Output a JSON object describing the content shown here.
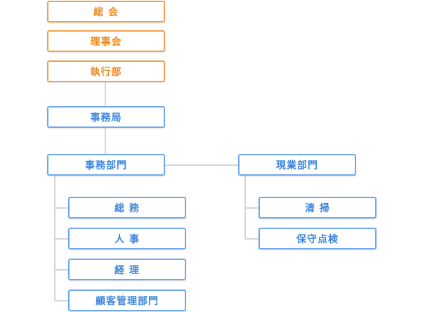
{
  "colors": {
    "executive": "#f08a1c",
    "department": "#3d86e0",
    "connector": "#c8c8c8"
  },
  "chart": {
    "executive": {
      "general_meeting": "総 会",
      "board": "理事会",
      "executive_dept": "執行部"
    },
    "secretariat": "事務局",
    "office_department": {
      "label": "事務部門",
      "sections": [
        "総 務",
        "人 事",
        "経 理",
        "顧客管理部門"
      ]
    },
    "field_department": {
      "label": "現業部門",
      "sections": [
        "清 掃",
        "保守点検"
      ]
    }
  }
}
